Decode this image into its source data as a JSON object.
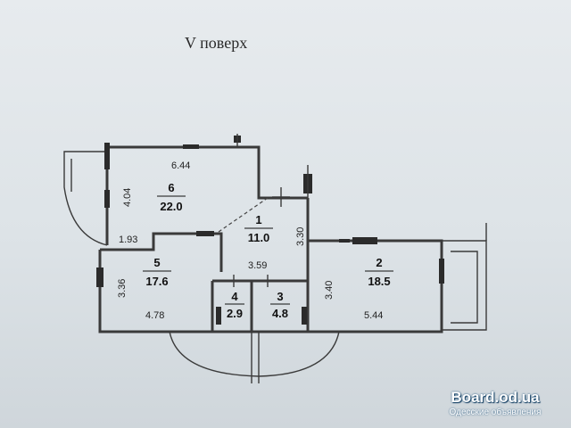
{
  "plan": {
    "floor_title": "V поверх",
    "rooms": [
      {
        "number": "1",
        "area": "11.0"
      },
      {
        "number": "2",
        "area": "18.5"
      },
      {
        "number": "3",
        "area": "4.8"
      },
      {
        "number": "4",
        "area": "2.9"
      },
      {
        "number": "5",
        "area": "17.6"
      },
      {
        "number": "6",
        "area": "22.0"
      }
    ],
    "dimensions": {
      "d_6_44": "6.44",
      "d_4_04": "4.04",
      "d_1_93": "1.93",
      "d_3_36": "3.36",
      "d_4_78": "4.78",
      "d_3_30": "3.30",
      "d_3_59": "3.59",
      "d_3_40": "3.40",
      "d_5_44": "5.44"
    }
  },
  "watermark": {
    "site": "Board.od.ua",
    "tagline": "Одесские объявления"
  }
}
